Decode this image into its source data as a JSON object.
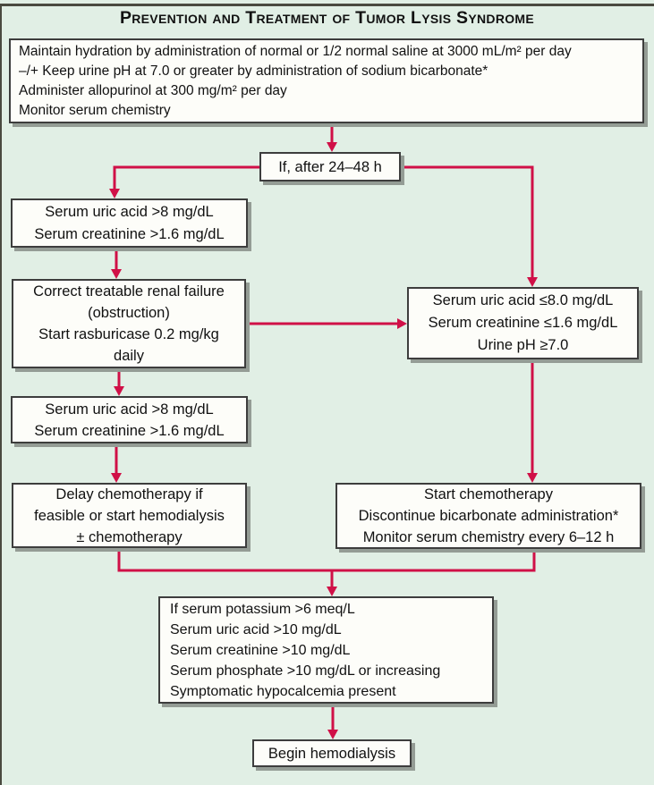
{
  "title": "Prevention and Treatment of Tumor Lysis Syndrome",
  "colors": {
    "background": "#e1efe5",
    "box_fill": "#fdfdf9",
    "box_border": "#3d3d3d",
    "arrow": "#d01047",
    "shadow": "#949c95",
    "text": "#111111"
  },
  "boxes": {
    "hydration": {
      "lines": [
        "Maintain hydration by administration of normal or 1/2 normal saline at 3000 mL/m² per day",
        "–/+ Keep urine pH at 7.0 or greater by administration of sodium bicarbonate*",
        "Administer allopurinol at 300 mg/m² per day",
        "Monitor serum chemistry"
      ]
    },
    "if_after": {
      "lines": [
        "If, after 24–48 h"
      ]
    },
    "uric_high_1": {
      "lines": [
        "Serum uric acid >8 mg/dL",
        "Serum creatinine >1.6 mg/dL"
      ]
    },
    "correct_renal": {
      "lines": [
        "Correct treatable renal failure",
        "(obstruction)",
        "Start rasburicase 0.2 mg/kg",
        "daily"
      ]
    },
    "normal_labs": {
      "lines": [
        "Serum uric acid ≤8.0 mg/dL",
        "Serum creatinine ≤1.6 mg/dL",
        "Urine pH ≥7.0"
      ]
    },
    "uric_high_2": {
      "lines": [
        "Serum uric acid >8 mg/dL",
        "Serum creatinine >1.6 mg/dL"
      ]
    },
    "delay_chemo": {
      "lines": [
        "Delay chemotherapy if",
        "feasible or start hemodialysis",
        "± chemotherapy"
      ]
    },
    "start_chemo": {
      "lines": [
        "Start chemotherapy",
        "Discontinue bicarbonate administration*",
        "Monitor serum chemistry every 6–12 h"
      ]
    },
    "severe": {
      "lines": [
        "If serum potassium >6 meq/L",
        "Serum uric acid >10 mg/dL",
        "Serum creatinine >10 mg/dL",
        "Serum phosphate >10 mg/dL or increasing",
        "Symptomatic hypocalcemia present"
      ]
    },
    "hemodialysis": {
      "lines": [
        "Begin hemodialysis"
      ]
    }
  }
}
